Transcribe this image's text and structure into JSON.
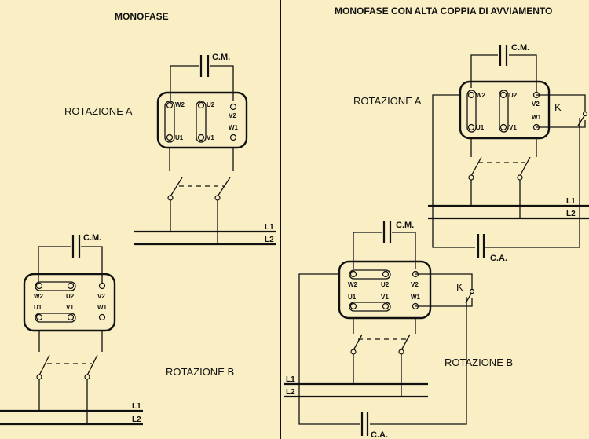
{
  "left": {
    "title": "MONOFASE",
    "rotation_a": "ROTAZIONE A",
    "rotation_b": "ROTAZIONE B",
    "capacitor_a": "C.M.",
    "capacitor_b": "C.M.",
    "terminals_a": {
      "w2": "W2",
      "u2": "U2",
      "v2": "V2",
      "u1": "U1",
      "v1": "V1",
      "w1": "W1"
    },
    "terminals_b": {
      "w2": "W2",
      "u2": "U2",
      "v2": "V2",
      "u1": "U1",
      "v1": "V1",
      "w1": "W1"
    },
    "line_a": {
      "l1": "L1",
      "l2": "L2"
    },
    "line_b": {
      "l1": "L1",
      "l2": "L2"
    }
  },
  "right": {
    "title": "MONOFASE CON ALTA COPPIA DI AVVIAMENTO",
    "rotation_a": "ROTAZIONE A",
    "rotation_b": "ROTAZIONE B",
    "capacitor_run_a": "C.M.",
    "capacitor_run_b": "C.M.",
    "capacitor_start_a": "C.A.",
    "capacitor_start_b": "C.A.",
    "relay_a": "K",
    "relay_b": "K",
    "terminals_a": {
      "w2": "W2",
      "u2": "U2",
      "v2": "V2",
      "u1": "U1",
      "v1": "V1",
      "w1": "W1"
    },
    "terminals_b": {
      "w2": "W2",
      "u2": "U2",
      "v2": "V2",
      "u1": "U1",
      "v1": "V1",
      "w1": "W1"
    },
    "line_a": {
      "l1": "L1",
      "l2": "L2"
    },
    "line_b": {
      "l1": "L1",
      "l2": "L2"
    }
  }
}
